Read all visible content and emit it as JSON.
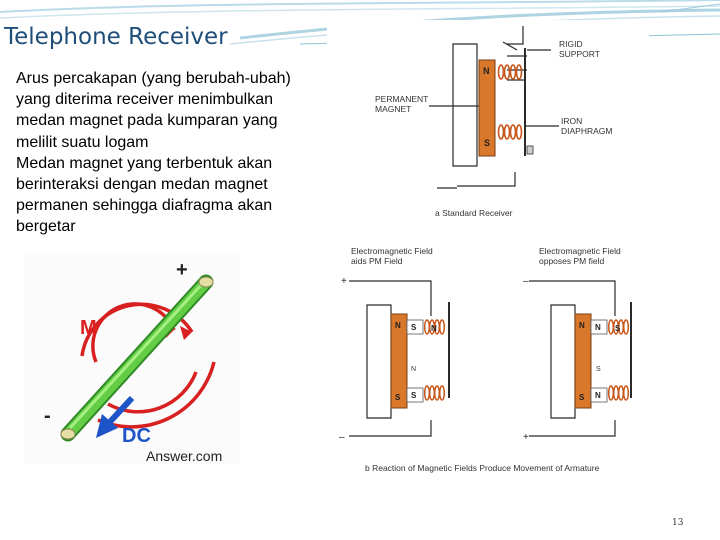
{
  "slide": {
    "title": "Telephone Receiver",
    "paragraphs": [
      "Arus percakapan (yang berubah-ubah)\nyang diterima receiver menimbulkan\nmedan magnet pada kumparan yang\nmelilit suatu logam",
      "Medan magnet yang terbentuk akan\nberinteraksi dengan medan magnet\npermanen sehingga diafragma akan\nbergetar"
    ],
    "page_number": "13"
  },
  "magnet_figure": {
    "plus_label": "+",
    "minus_label": "-",
    "field_label": "M",
    "current_label": "DC",
    "attribution": "Answer.com",
    "colors": {
      "rod": "#55c43c",
      "field": "#d82020",
      "arrow": "#1d55c8"
    }
  },
  "receiver_diagram": {
    "top": {
      "label_rigid_support": [
        "RIGID",
        "SUPPORT"
      ],
      "label_permanent_magnet": [
        "PERMANENT",
        "MAGNET"
      ],
      "label_iron_diaphragm": [
        "IRON",
        "DIAPHRAGM"
      ],
      "pole_n": "N",
      "pole_s": "S",
      "caption": "a  Standard Receiver"
    },
    "left": {
      "title": [
        "Electromagnetic Field",
        "aids PM Field"
      ],
      "terminal_top": "+",
      "terminal_bottom": "–",
      "poles_top": [
        "N",
        "S",
        "N"
      ],
      "poles_bottom": [
        "S",
        "S"
      ],
      "mid_label": "N"
    },
    "right": {
      "title": [
        "Electromagnetic Field",
        "opposes PM field"
      ],
      "terminal_top": "–",
      "terminal_bottom": "+",
      "poles_top": [
        "N",
        "N",
        "S"
      ],
      "poles_bottom": [
        "S",
        "N"
      ],
      "mid_label": "S"
    },
    "caption_bottom": "b  Reaction of Magnetic Fields Produce Movement of Armature",
    "colors": {
      "magnet": "#d9772b",
      "coil": "#c8561a",
      "line": "#2b2b2b",
      "text": "#333333"
    }
  }
}
